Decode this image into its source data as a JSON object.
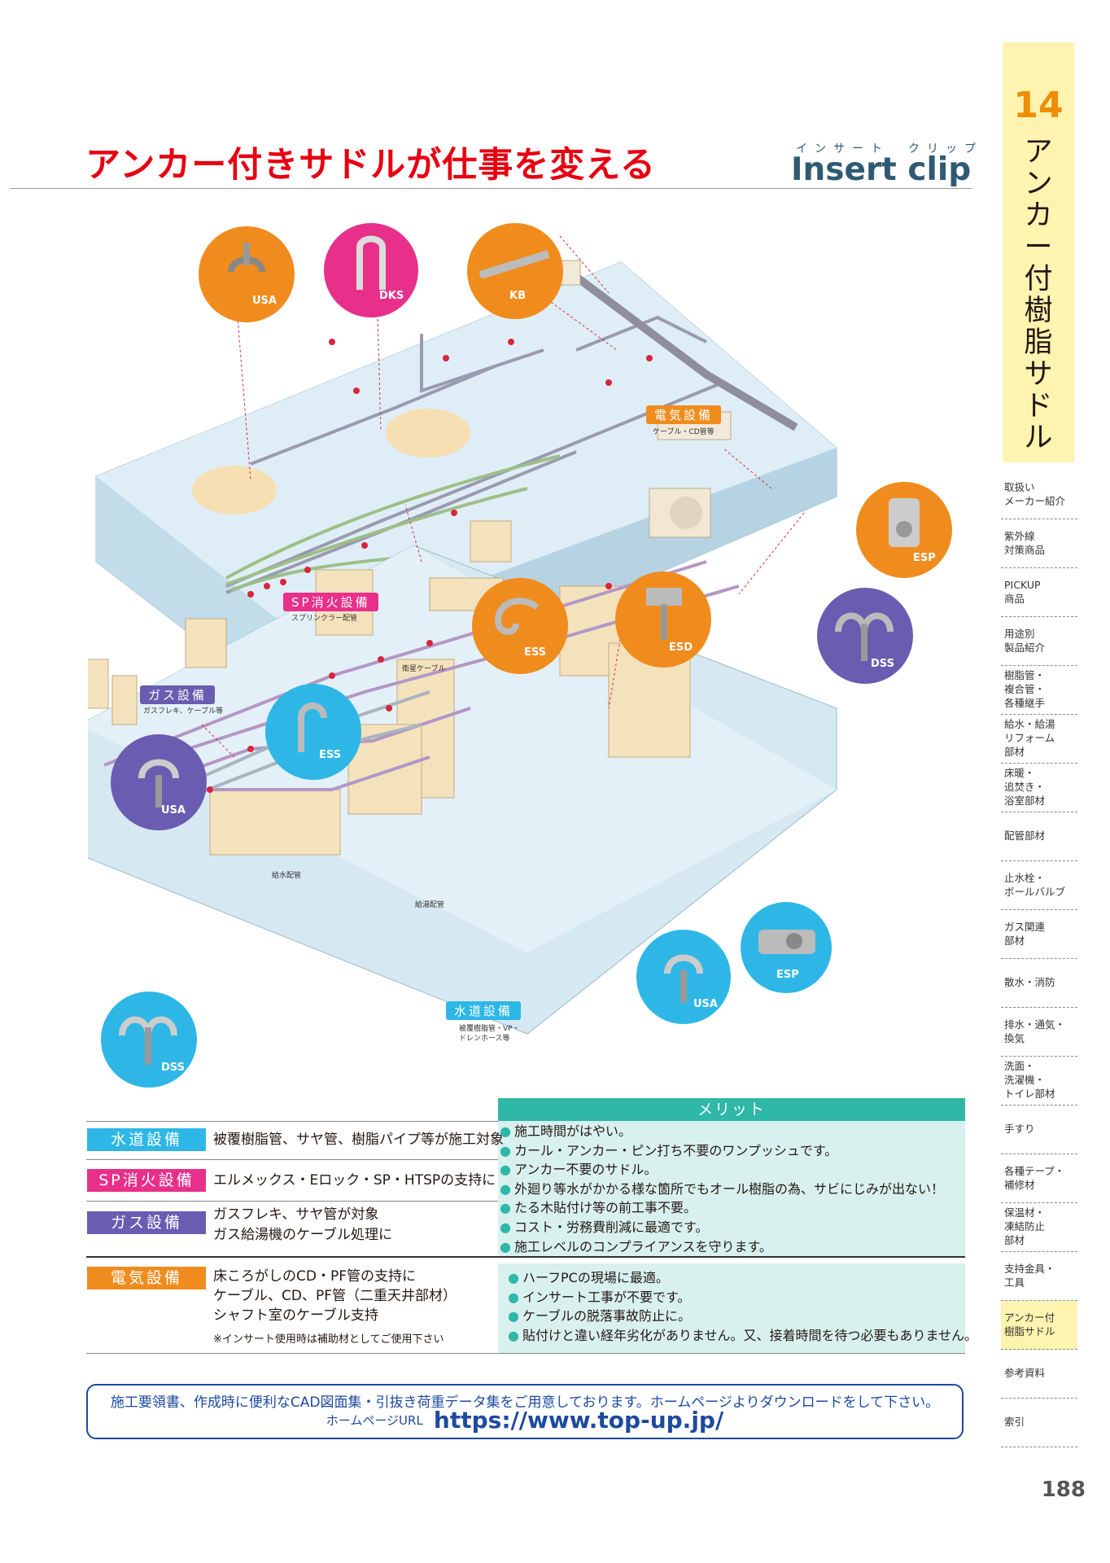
{
  "header": {
    "title": "アンカー付きサドルが仕事を変える",
    "ruby": "インサート　クリップ",
    "brand": "Insert clip"
  },
  "side": {
    "chapter_number": "14",
    "chapter_title": "アンカー付樹脂サドル",
    "nav": [
      {
        "label": "取扱い\nメーカー紹介"
      },
      {
        "label": "紫外線\n対策商品"
      },
      {
        "label": "PICKUP\n商品"
      },
      {
        "label": "用途別\n製品紹介"
      },
      {
        "label": "樹脂管・\n複合管・\n各種継手"
      },
      {
        "label": "給水・給湯\nリフォーム\n部材"
      },
      {
        "label": "床暖・\n追焚き・\n浴室部材"
      },
      {
        "label": "配管部材"
      },
      {
        "label": "止水栓・\nボールバルブ"
      },
      {
        "label": "ガス関連\n部材"
      },
      {
        "label": "散水・消防"
      },
      {
        "label": "排水・通気・\n換気"
      },
      {
        "label": "洗面・\n洗濯機・\nトイレ部材"
      },
      {
        "label": "手すり"
      },
      {
        "label": "各種テープ・\n補修材"
      },
      {
        "label": "保温材・\n凍結防止\n部材"
      },
      {
        "label": "支持金具・\n工具"
      },
      {
        "label": "アンカー付\n樹脂サドル",
        "active": true
      },
      {
        "label": "参考資料"
      },
      {
        "label": "索引"
      }
    ],
    "page_number": "188"
  },
  "illustration": {
    "badges": [
      {
        "code": "USA",
        "color": "#f08c1e"
      },
      {
        "code": "DKS",
        "color": "#e8308a"
      },
      {
        "code": "KB",
        "color": "#f08c1e"
      },
      {
        "code": "ESP",
        "color": "#f08c1e"
      },
      {
        "code": "ESS",
        "color": "#f08c1e"
      },
      {
        "code": "ESD",
        "color": "#f08c1e"
      },
      {
        "code": "DSS",
        "color": "#6a5cb0"
      },
      {
        "code": "ESS",
        "color": "#2eb7e6"
      },
      {
        "code": "USA",
        "color": "#6a5cb0"
      },
      {
        "code": "ESP",
        "color": "#2eb7e6"
      },
      {
        "code": "USA",
        "color": "#2eb7e6"
      },
      {
        "code": "DSS",
        "color": "#2eb7e6"
      }
    ],
    "sections": {
      "electric": {
        "label": "電気設備",
        "sub": "ケーブル・CD管等"
      },
      "sprinkler": {
        "label": "SP消火設備",
        "sub": "スプリンクラー配管"
      },
      "gas": {
        "label": "ガス設備",
        "sub": "ガスフレキ、ケーブル等"
      },
      "water": {
        "label": "水道設備",
        "sub": "被覆樹脂管・VP・\nドレンホース等"
      }
    },
    "callouts": {
      "satellite": "衛星ケーブル",
      "water_supply": "給水配管",
      "hot_water": "給湯配管"
    }
  },
  "table": {
    "merit_header": "メリット",
    "rows": [
      {
        "label": "水道設備",
        "color": "#2eb7e6",
        "desc": [
          "被覆樹脂管、サヤ管、樹脂パイプ等が施工対象"
        ]
      },
      {
        "label": "SP消火設備",
        "color": "#e8308a",
        "desc": [
          "エルメックス・Eロック・SP・HTSPの支持に"
        ]
      },
      {
        "label": "ガス設備",
        "color": "#6a5cb0",
        "desc": [
          "ガスフレキ、サヤ管が対象",
          "ガス給湯機のケーブル処理に"
        ]
      },
      {
        "label": "電気設備",
        "color": "#f08c1e",
        "desc": [
          "床ころがしのCD・PF管の支持に",
          "ケーブル、CD、PF管（二重天井部材）",
          "シャフト室のケーブル支持"
        ],
        "note": "※インサート使用時は補助材としてご使用下さい"
      }
    ],
    "merits_upper": [
      "施工時間がはやい。",
      "カール・アンカー・ピン打ち不要のワンプッシュです。",
      "アンカー不要のサドル。",
      "外廻り等水がかかる様な箇所でもオール樹脂の為、サビにじみが出ない！",
      "たる木貼付け等の前工事不要。",
      "コスト・労務費削減に最適です。",
      "施工レベルのコンプライアンスを守ります。"
    ],
    "merits_lower": [
      "ハーフPCの現場に最適。",
      "インサート工事が不要です。",
      "ケーブルの脱落事故防止に。",
      "貼付けと違い経年劣化がありません。又、接着時間を待つ必要もありません。"
    ],
    "bullet": "●"
  },
  "footer": {
    "message": "施工要領書、作成時に便利なCAD図面集・引抜き荷重データ集をご用意しております。ホームページよりダウンロードをして下さい。",
    "url_label": "ホームページURL",
    "url": "https://www.top-up.jp/"
  }
}
